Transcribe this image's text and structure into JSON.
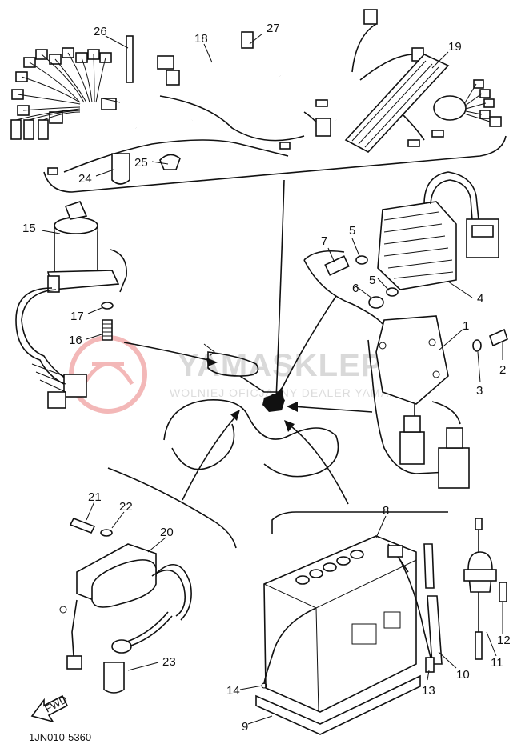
{
  "diagram": {
    "part_code": "1JN010-5360",
    "fwd_label": "FWD",
    "watermark": {
      "main": "YAMASKLEP.PL",
      "sub": "WOLNIEJ OFICJALNY DEALER YAMAHA"
    },
    "callouts": {
      "c1": "1",
      "c2": "2",
      "c3": "3",
      "c4": "4",
      "c5a": "5",
      "c5b": "5",
      "c6": "6",
      "c7": "7",
      "c8": "8",
      "c9": "9",
      "c10": "10",
      "c11": "11",
      "c12": "12",
      "c13": "13",
      "c14": "14",
      "c15": "15",
      "c16": "16",
      "c17": "17",
      "c18": "18",
      "c19": "19",
      "c20": "20",
      "c21": "21",
      "c22": "22",
      "c23": "23",
      "c24": "24",
      "c25": "25",
      "c26": "26",
      "c27": "27"
    }
  }
}
